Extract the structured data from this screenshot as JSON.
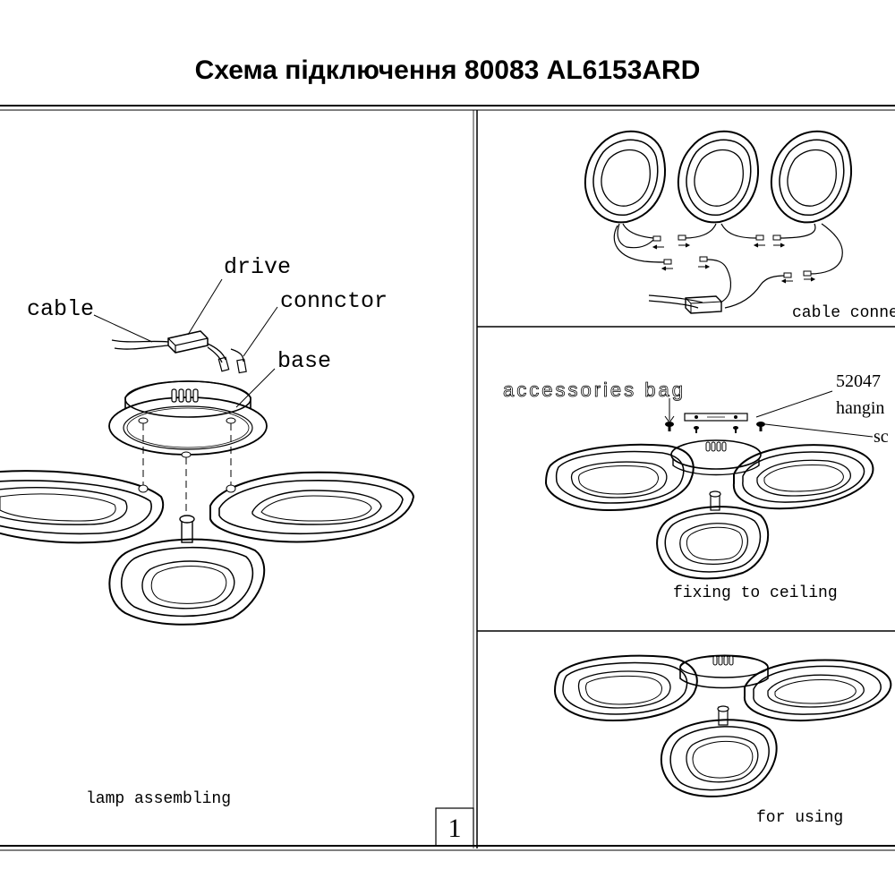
{
  "title": "Схема підключення 80083 AL6153ARD",
  "panels": {
    "assembly": {
      "caption": "lamp  assembling",
      "callouts": {
        "drive": "drive",
        "cable": "cable",
        "connector": "connctor",
        "base": "base"
      }
    },
    "cable_connection": {
      "caption": "cable conne"
    },
    "fixing": {
      "caption": "fixing to ceiling",
      "accessories": "accessories bag",
      "part_number": "52047",
      "hanging": "hangin",
      "screw": "sc"
    },
    "using": {
      "caption": "for using"
    }
  },
  "page_number": "1"
}
